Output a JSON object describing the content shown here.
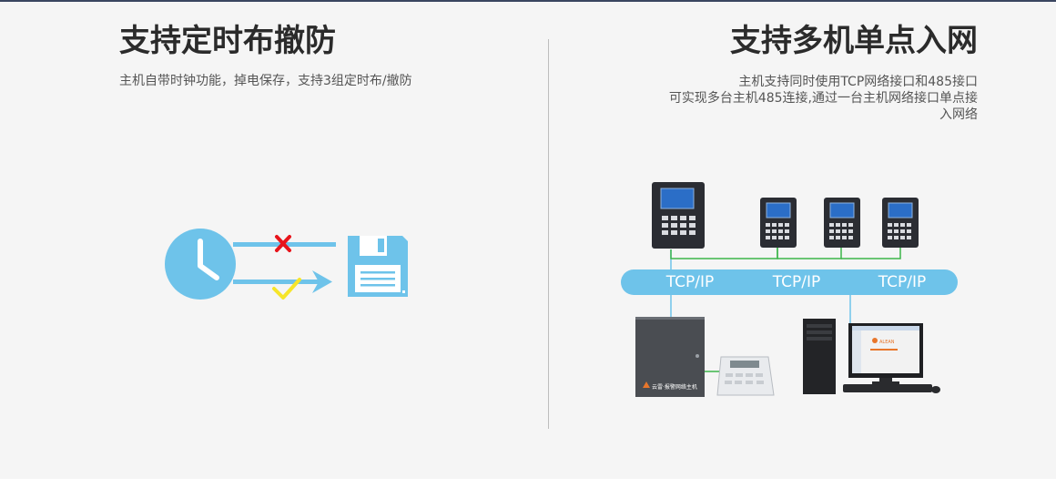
{
  "left": {
    "title": "支持定时布撤防",
    "description": "主机自带时钟功能，掉电保存，支持3组定时布/撤防"
  },
  "right": {
    "title": "支持多机单点入网",
    "description_lines": [
      "主机支持同时使用TCP网络接口和485接口",
      "可实现多台主机485连接,通过一台主机网络接口单点接",
      "入网络"
    ],
    "tcp_labels": [
      "TCP/IP",
      "TCP/IP",
      "TCP/IP"
    ],
    "host_box_label": "云雷·报警网络主机",
    "monitor_logo": "ALEAN"
  },
  "colors": {
    "accent_blue": "#6ec3ea",
    "wire_green": "#3cb54a",
    "cross_red": "#e8141b",
    "check_yellow": "#f6e52a"
  }
}
